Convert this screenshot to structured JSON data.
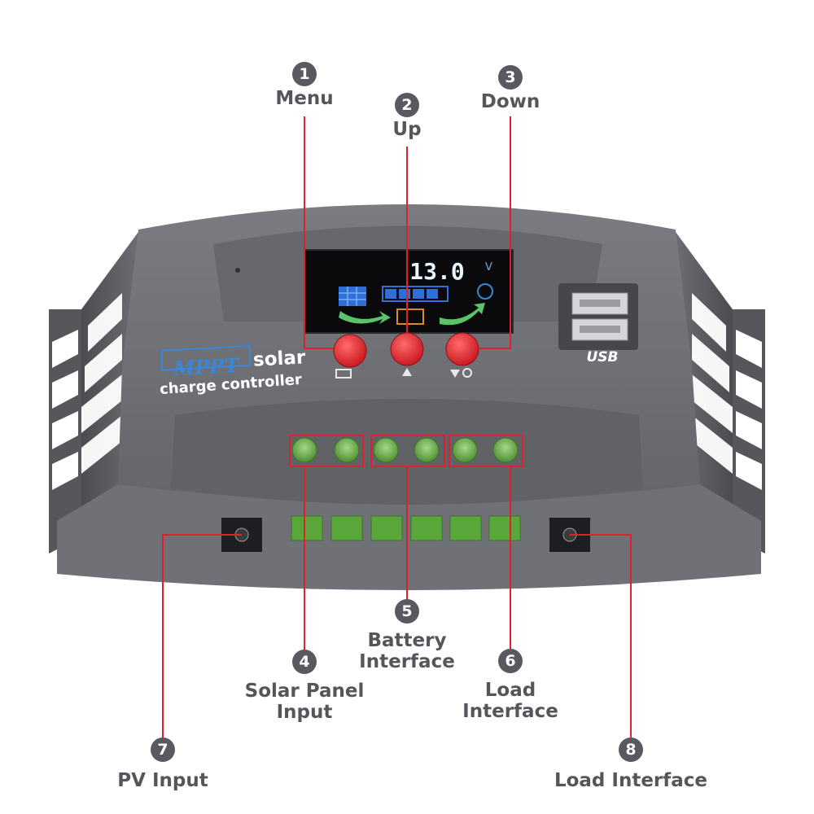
{
  "device": {
    "brand_mppt": "MPPT",
    "brand_solar": "solar",
    "brand_line2": "charge controller",
    "lcd_value": "13.0",
    "lcd_unit": "V",
    "usb_label": "USB"
  },
  "callouts": [
    {
      "number": "1",
      "label": "Menu"
    },
    {
      "number": "2",
      "label": "Up"
    },
    {
      "number": "3",
      "label": "Down"
    },
    {
      "number": "4",
      "label": "Solar Panel\nInput"
    },
    {
      "number": "5",
      "label": "Battery\nInterface"
    },
    {
      "number": "6",
      "label": "Load\nInterface"
    },
    {
      "number": "7",
      "label": "PV Input"
    },
    {
      "number": "8",
      "label": "Load Interface"
    }
  ],
  "colors": {
    "body": "#6b6d72",
    "callout_line": "#e0202a",
    "label_text": "#55565c",
    "button": "#e8242d",
    "terminal_block": "#5aa63a"
  }
}
